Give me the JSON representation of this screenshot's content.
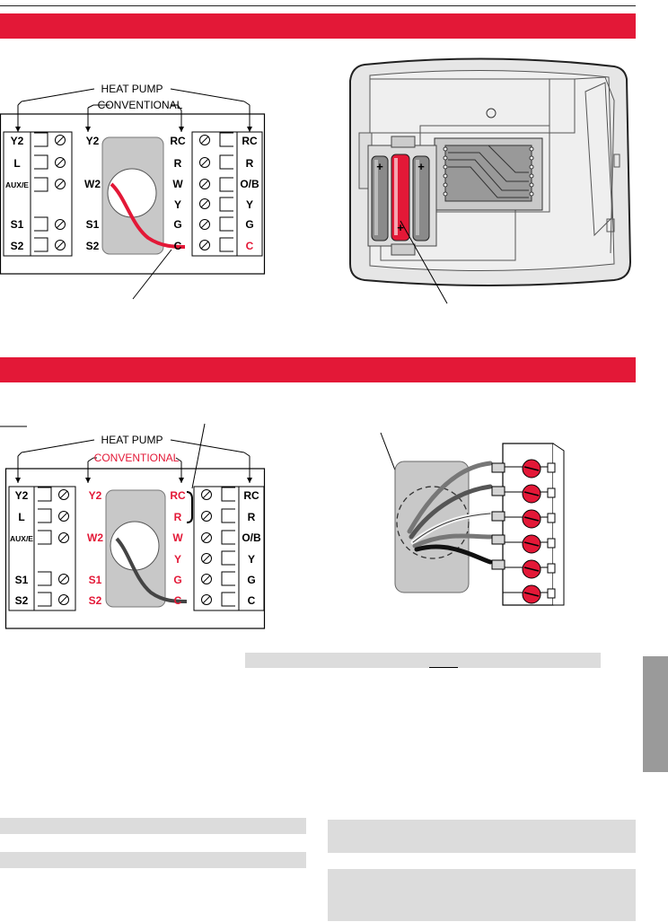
{
  "wiring_diagram_1": {
    "heat_pump_label": "HEAT PUMP",
    "conventional_label": "CONVENTIONAL",
    "left_terminals": [
      "Y2",
      "L",
      "AUX/E",
      "S1",
      "S2"
    ],
    "conventional_left_terminals": [
      "Y2",
      "W2",
      "S1",
      "S2"
    ],
    "conventional_right_terminals": [
      "RC",
      "R",
      "W",
      "Y",
      "G",
      "C"
    ],
    "right_terminals": [
      "RC",
      "R",
      "O/B",
      "Y",
      "G",
      "C"
    ]
  },
  "battery_diagram": {
    "plus_symbols": [
      "+",
      "+",
      "+"
    ]
  },
  "wiring_diagram_2": {
    "heat_pump_label": "HEAT PUMP",
    "conventional_label": "CONVENTIONAL",
    "left_terminals": [
      "Y2",
      "L",
      "AUX/E",
      "S1",
      "S2"
    ],
    "conventional_left_terminals": [
      "Y2",
      "W2",
      "S1",
      "S2"
    ],
    "conventional_right_terminals": [
      "RC",
      "R",
      "W",
      "Y",
      "G",
      "C"
    ],
    "right_terminals": [
      "RC",
      "R",
      "O/B",
      "Y",
      "G",
      "C"
    ]
  },
  "colors": {
    "banner_red": "#e31837",
    "highlight_red": "#e31837",
    "panel_gray": "#c8c8c8",
    "side_tab_gray": "#9a9a9a"
  }
}
